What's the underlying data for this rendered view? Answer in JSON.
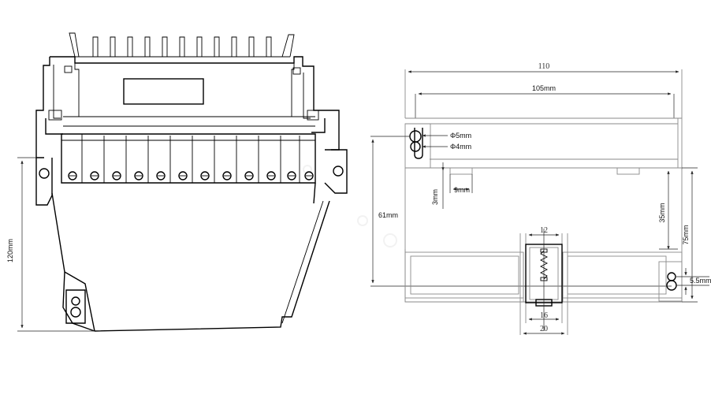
{
  "labels": {
    "height_left": "120mm",
    "width_total": "110",
    "width_inner": "105mm",
    "hole_big": "Φ5mm",
    "hole_small": "Φ4mm",
    "depth_3": "3mm",
    "width_9": "9mm",
    "depth_61": "61mm",
    "height_35": "35mm",
    "height_75": "75mm",
    "offset_5_5": "5.5mm",
    "clip_12": "12",
    "clip_16": "16",
    "clip_20": "20"
  }
}
